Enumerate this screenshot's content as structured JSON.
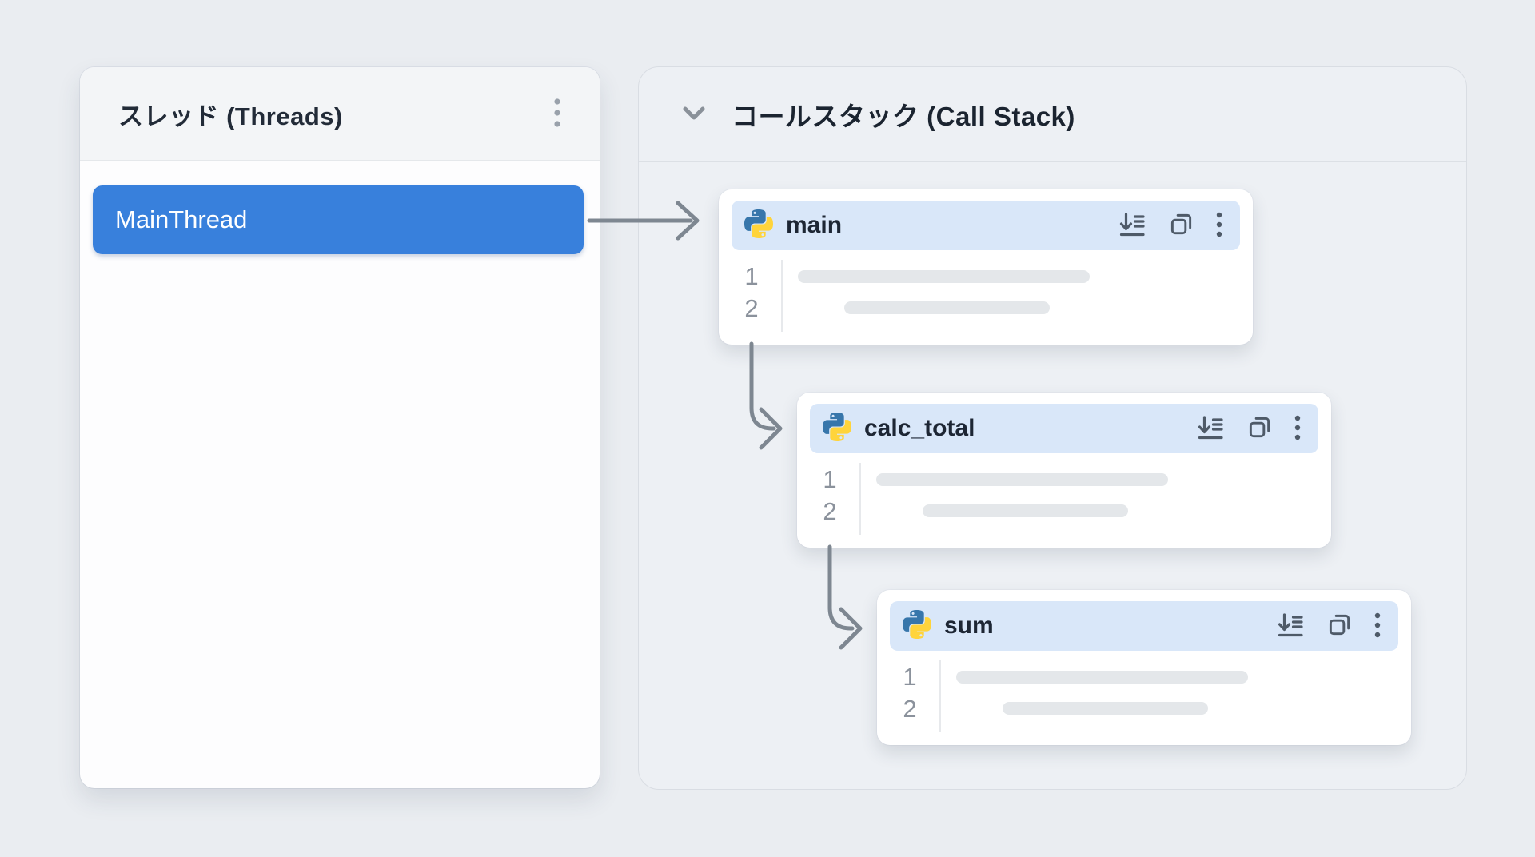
{
  "colors": {
    "page_bg": "#eaedf1",
    "threads_panel_bg": "#fdfdfe",
    "threads_header_bg": "#f3f5f7",
    "callstack_panel_bg": "#edf0f4",
    "thread_selected_bg": "#3880dc",
    "frame_header_bg": "#d9e7f9",
    "arrow": "#7e8791",
    "skeleton_bar": "#e4e7ea",
    "python_blue": "#3776ab",
    "python_yellow": "#ffd43b"
  },
  "threads_panel": {
    "title": "スレッド (Threads)",
    "menu_icon": "kebab-vertical-icon",
    "items": [
      {
        "label": "MainThread",
        "selected": true
      }
    ]
  },
  "callstack_panel": {
    "title": "コールスタック (Call Stack)",
    "collapse_icon": "chevron-down-icon",
    "frames": [
      {
        "label": "main",
        "language_icon": "python-icon",
        "actions": [
          "step-into-icon",
          "copy-icon",
          "kebab-vertical-icon"
        ],
        "lines": [
          {
            "number": "1"
          },
          {
            "number": "2"
          }
        ]
      },
      {
        "label": "calc_total",
        "language_icon": "python-icon",
        "actions": [
          "step-into-icon",
          "copy-icon",
          "kebab-vertical-icon"
        ],
        "lines": [
          {
            "number": "1"
          },
          {
            "number": "2"
          }
        ]
      },
      {
        "label": "sum",
        "language_icon": "python-icon",
        "actions": [
          "step-into-icon",
          "copy-icon",
          "kebab-vertical-icon"
        ],
        "lines": [
          {
            "number": "1"
          },
          {
            "number": "2"
          }
        ]
      }
    ]
  }
}
